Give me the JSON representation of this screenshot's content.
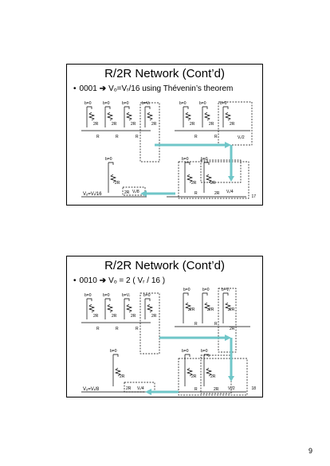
{
  "slides": [
    {
      "title": "R/2R Network (Cont’d)",
      "bullet": {
        "prefix": "0001",
        "expression": "Vₒ=Vᵣ/16 using Thévenin’s theorem"
      },
      "number": "17"
    },
    {
      "title": "R/2R Network (Cont’d)",
      "bullet": {
        "prefix": "0010",
        "expression": "Vₒ = 2 ( Vᵣ / 16 )"
      },
      "number": "18"
    }
  ],
  "page_number": "9",
  "circuit_labels": {
    "s1": {
      "b0": "b=0",
      "b1": "b=0",
      "b2": "b=0",
      "b3": "b=Vᵣ",
      "b4": "b=0",
      "b5": "b=0",
      "b6": "b=0",
      "b7": "b=0",
      "b8": "b=0",
      "b9": "b=0",
      "r2": "2R",
      "r": "R",
      "vr2": "Vᵣ/2",
      "vr4": "Vᵣ/4",
      "vr8": "Vᵣ/8",
      "out": "Vₒ=Vᵣ/16"
    },
    "s2": {
      "b0": "b=0",
      "b1": "b=0",
      "b2": "b=Vᵣ",
      "b3": "b=0",
      "b4": "b=0",
      "b5": "b=0",
      "b6": "b=Vᵣ",
      "b7": "b=0",
      "b8": "b=0",
      "b9": "b=0",
      "r2": "2R",
      "r": "R",
      "vr2": "Vᵣ/2",
      "vr4": "Vᵣ/4",
      "out": "Vₒ=Vᵣ/8"
    }
  },
  "colors": {
    "arrow": "#6fc6c8",
    "line": "#000000"
  }
}
